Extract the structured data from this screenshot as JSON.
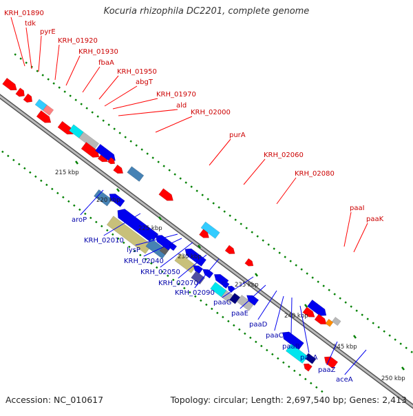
{
  "title": "Kocuria rhizophila DC2201, complete genome",
  "footer": {
    "accession": "Accession: NC_010617",
    "summary": "Topology: circular; Length: 2,697,540 bp; Genes: 2,413"
  },
  "colors": {
    "red": "#ff0000",
    "blue": "#0000ee",
    "cyan": "#00e5ee",
    "light_cyan": "#33ccff",
    "steel_blue": "#4682b4",
    "khaki": "#c8c07a",
    "pink": "#ff8080",
    "grey": "#b8b8b8",
    "dark_grey": "#606060",
    "navy": "#000080",
    "slate_blue": "#5050a0",
    "orange": "#ff8c00",
    "tick_green": "#008000",
    "red_label": "#cc0000",
    "blue_label": "#0000aa"
  },
  "scale": {
    "unit": "kbp",
    "ticks": [
      "215 kbp",
      "220 kbp",
      "225 kbp",
      "230 kbp",
      "235 kbp",
      "240 kbp",
      "245 kbp",
      "250 kbp"
    ]
  },
  "forward_gene_labels": [
    "KRH_01890",
    "tdk",
    "pyrE",
    "KRH_01920",
    "KRH_01930",
    "fbaA",
    "KRH_01950",
    "abgT",
    "KRH_01970",
    "ald",
    "KRH_02000",
    "purA",
    "KRH_02060",
    "KRH_02080",
    "paaI",
    "paaK"
  ],
  "reverse_gene_labels": [
    "aroP",
    "KRH_02010",
    "lysP",
    "KRH_02040",
    "KRH_02050",
    "KRH_02070",
    "KRH_02090",
    "paaG",
    "paaE",
    "paaD",
    "paaC",
    "paaB",
    "paaA",
    "paaZ",
    "aceA"
  ]
}
